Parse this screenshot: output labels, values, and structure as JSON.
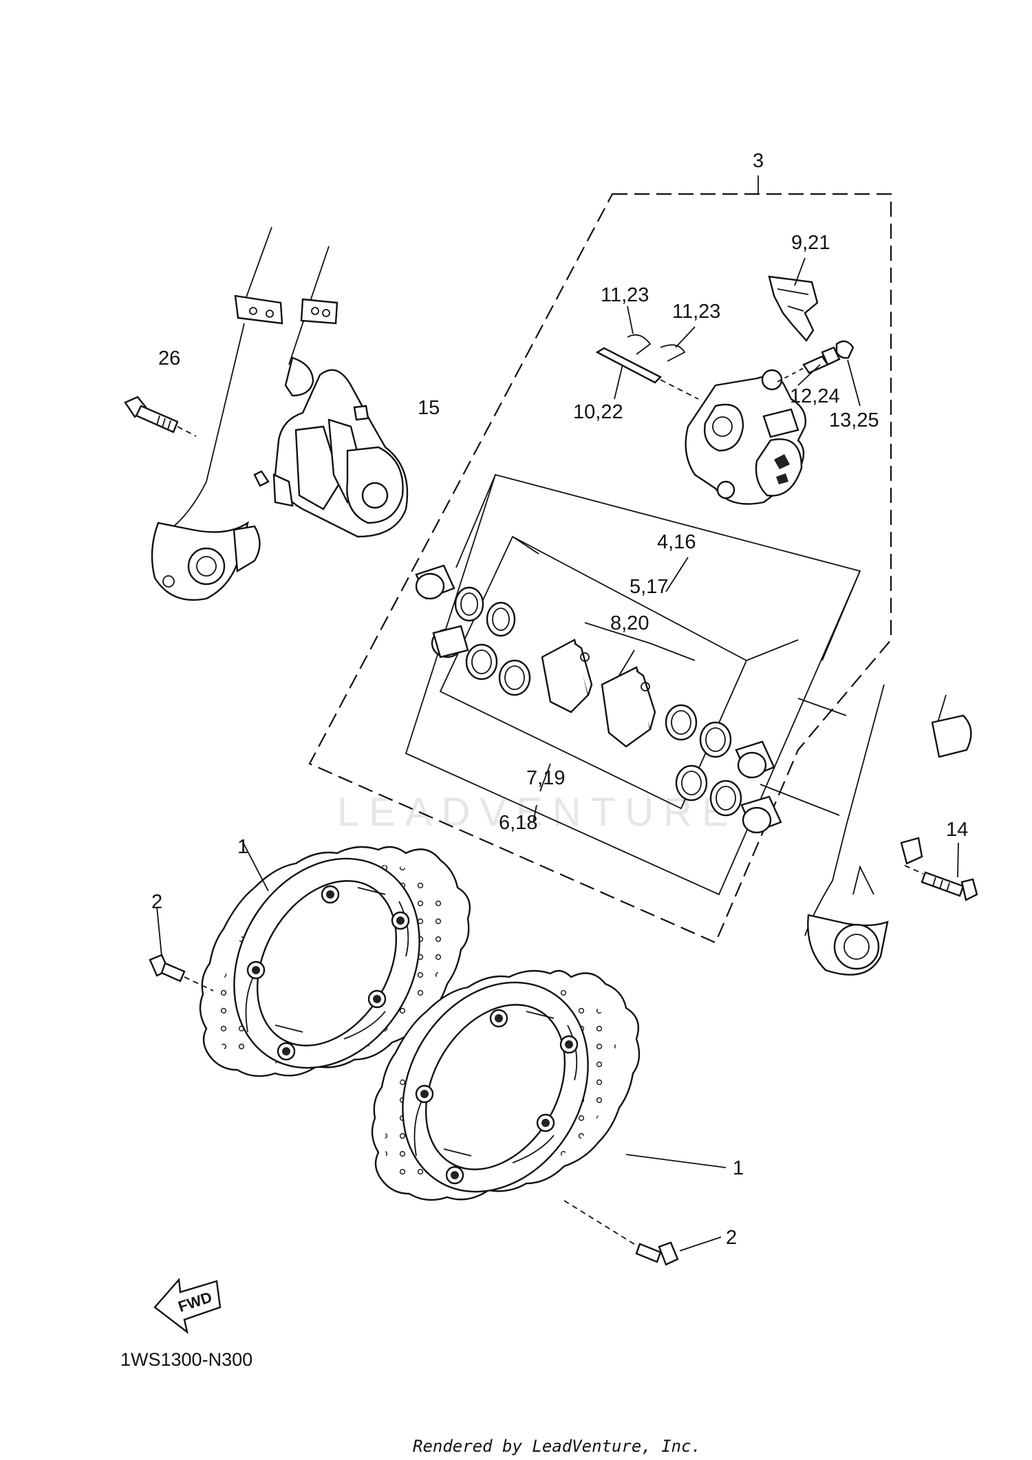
{
  "diagram": {
    "callouts": {
      "c3": "3",
      "c9_21": "9,21",
      "c11_23_a": "11,23",
      "c11_23_b": "11,23",
      "c10_22": "10,22",
      "c12_24": "12,24",
      "c13_25": "13,25",
      "c26": "26",
      "c15": "15",
      "c4_16": "4,16",
      "c5_17": "5,17",
      "c8_20": "8,20",
      "c7_19": "7,19",
      "c6_18": "6,18",
      "c14": "14",
      "c1_left": "1",
      "c2_left": "2",
      "c1_right": "1",
      "c2_right": "2"
    },
    "fwd_label": "FWD",
    "diagram_code": "1WS1300-N300",
    "watermark": "LEADVENTURE",
    "footer": "Rendered by LeadVenture, Inc."
  }
}
